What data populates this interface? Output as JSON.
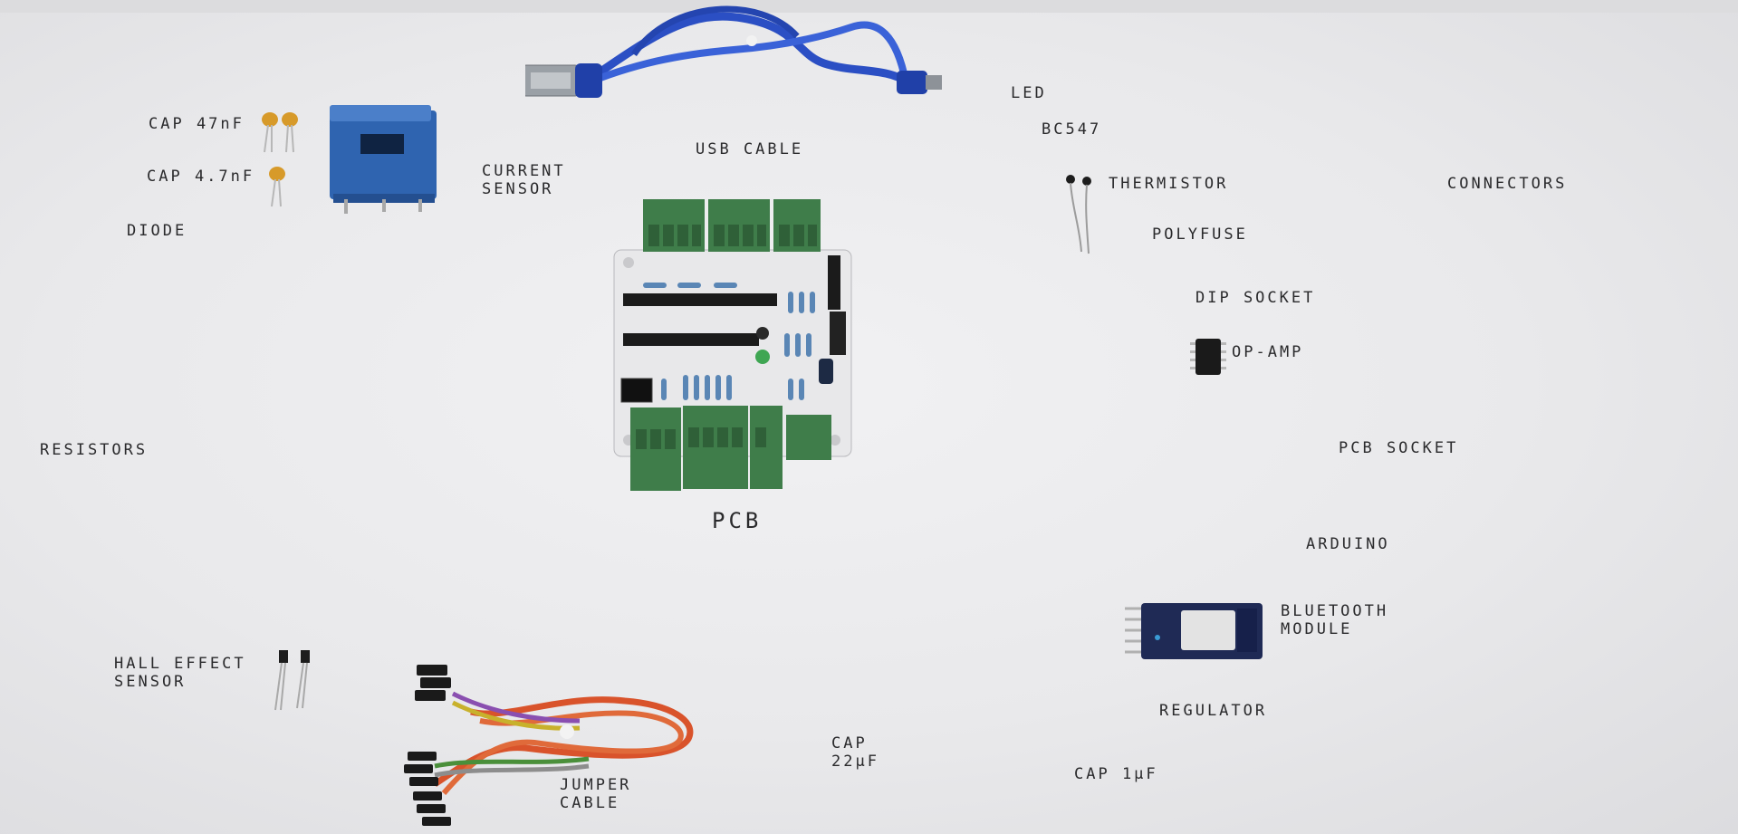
{
  "labels": {
    "cap_47nf": "CAP 47nF",
    "cap_4_7nf": "CAP 4.7nF",
    "diode": "DIODE",
    "current_sensor": "CURRENT\nSENSOR",
    "usb_cable": "USB CABLE",
    "led": "LED",
    "bc547": "BC547",
    "thermistor": "THERMISTOR",
    "connectors": "CONNECTORS",
    "polyfuse": "POLYFUSE",
    "dip_socket": "DIP SOCKET",
    "op_amp": "OP-AMP",
    "resistors": "RESISTORS",
    "pcb_socket": "PCB SOCKET",
    "pcb": "PCB",
    "arduino": "ARDUINO",
    "bluetooth_module": "BLUETOOTH\nMODULE",
    "hall_effect_sensor": "HALL EFFECT\nSENSOR",
    "regulator": "REGULATOR",
    "cap_22uf": "CAP\n22µF",
    "cap_1uf": "CAP 1µF",
    "jumper_cable": "JUMPER\nCABLE"
  },
  "colors": {
    "paper": "#ececee",
    "pcb_board": "#e8e8ea",
    "terminal_green": "#3f7d4a",
    "usb_cable_blue": "#2b4fc4",
    "current_sensor_blue": "#2f64b0",
    "bluetooth_board": "#1f2a55",
    "capacitor_orange": "#d79a2a",
    "jumper_red": "#d9532b"
  }
}
